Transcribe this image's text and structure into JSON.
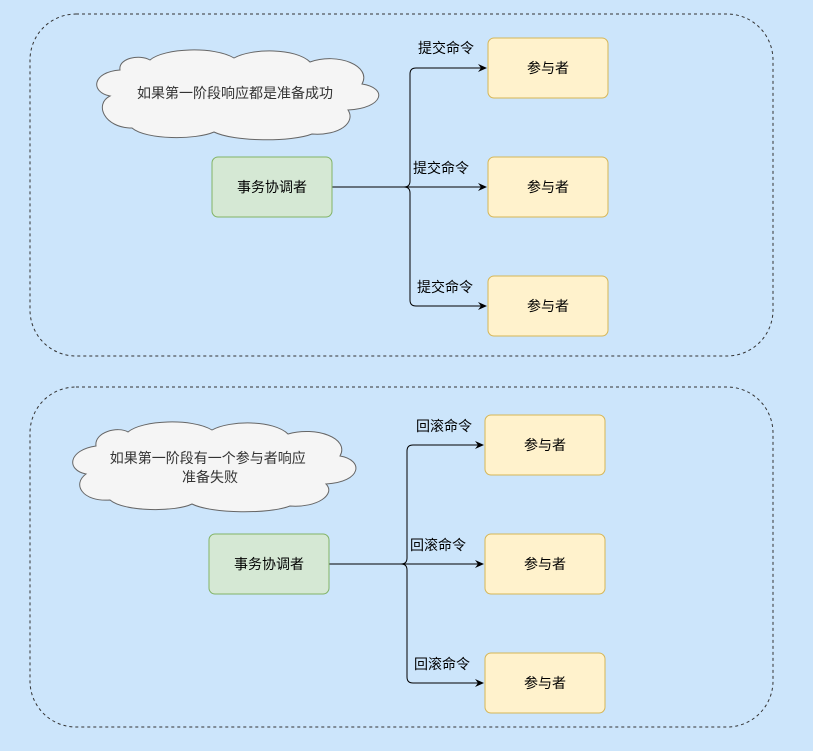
{
  "colors": {
    "background": "#cce5fb",
    "coordinator_fill": "#d5e8d4",
    "coordinator_stroke": "#82b366",
    "participant_fill": "#fff2cc",
    "participant_stroke": "#d6b656",
    "cloud_fill": "#f5f5f5",
    "cloud_stroke": "#666666",
    "edge": "#000000",
    "group_border": "#333333"
  },
  "panels": [
    {
      "note": [
        "如果第一阶段响应都是准备成功"
      ],
      "coordinator": "事务协调者",
      "participants": [
        "参与者",
        "参与者",
        "参与者"
      ],
      "edge_labels": [
        "提交命令",
        "提交命令",
        "提交命令"
      ]
    },
    {
      "note": [
        "如果第一阶段有一个参与者响应",
        "准备失败"
      ],
      "coordinator": "事务协调者",
      "participants": [
        "参与者",
        "参与者",
        "参与者"
      ],
      "edge_labels": [
        "回滚命令",
        "回滚命令",
        "回滚命令"
      ]
    }
  ]
}
